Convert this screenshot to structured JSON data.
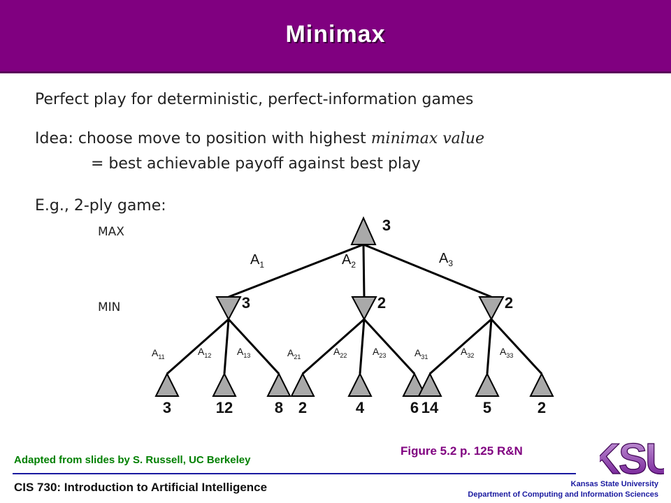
{
  "slide": {
    "title": "Minimax",
    "bullets": {
      "line1": "Perfect play for deterministic, perfect-information games",
      "line2_prefix": "Idea: choose move to position with highest ",
      "line2_italic": "minimax value",
      "line3": "= best achievable payoff against best play",
      "line4": "E.g., 2-ply game:"
    },
    "levels": {
      "max": "MAX",
      "min": "MIN"
    },
    "tree": {
      "root_value": "3",
      "root_moves": [
        "A",
        "A",
        "A"
      ],
      "root_move_subs": [
        "1",
        "2",
        "3"
      ],
      "min_nodes": [
        {
          "value": "3",
          "moves": [
            "A",
            "A",
            "A"
          ],
          "move_subs": [
            "11",
            "12",
            "13"
          ],
          "leaves": [
            "3",
            "12",
            "8"
          ]
        },
        {
          "value": "2",
          "moves": [
            "A",
            "A",
            "A"
          ],
          "move_subs": [
            "21",
            "22",
            "23"
          ],
          "leaves": [
            "2",
            "4",
            "6"
          ]
        },
        {
          "value": "2",
          "moves": [
            "A",
            "A",
            "A"
          ],
          "move_subs": [
            "31",
            "32",
            "33"
          ],
          "leaves": [
            "14",
            "5",
            "2"
          ]
        }
      ]
    },
    "colors": {
      "header": "#800080",
      "node_fill": "#a9a9a9",
      "credit": "#008000",
      "figure": "#800080",
      "institution": "#1a1aa0"
    },
    "footer": {
      "adapted": "Adapted from slides by S. Russell, UC Berkeley",
      "figure_ref": "Figure 5.2 p. 125 R&N",
      "course": "CIS 730: Introduction to Artificial Intelligence",
      "institution_line1": "Kansas State University",
      "institution_line2": "Department of Computing and Information Sciences",
      "logo": "KSU"
    }
  }
}
